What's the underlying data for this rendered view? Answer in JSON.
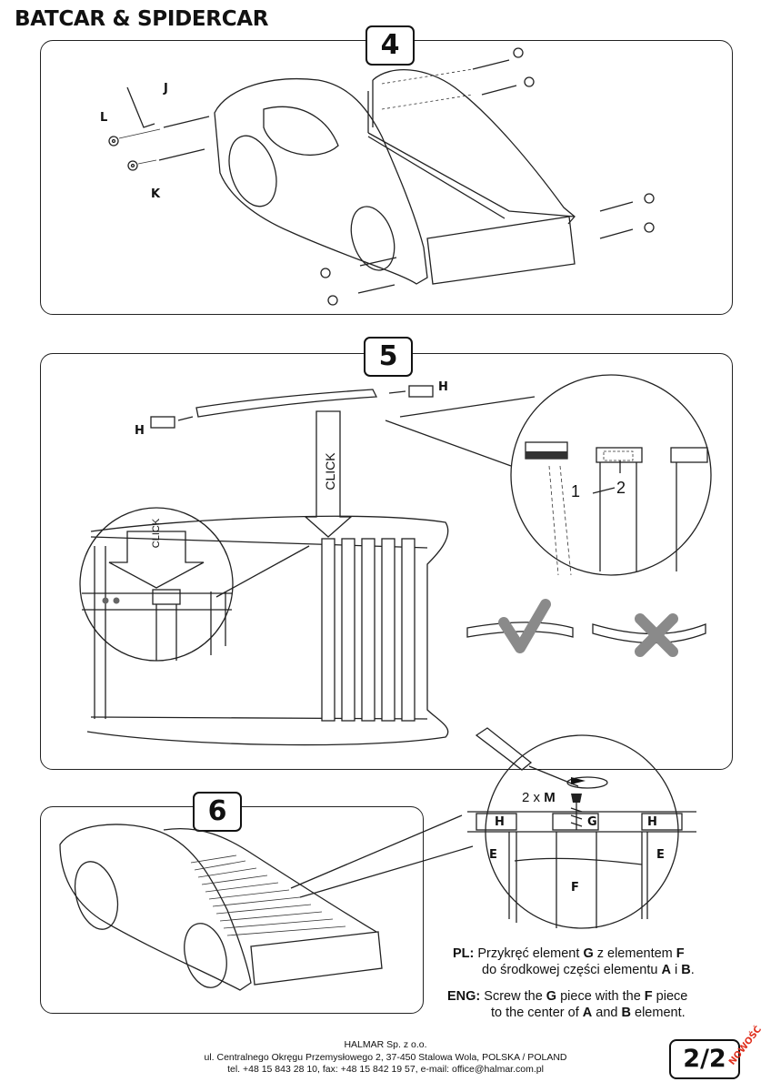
{
  "document": {
    "title": "BATCAR & SPIDERCAR"
  },
  "steps": [
    {
      "number": "4",
      "part_labels": {
        "allen_key": "L",
        "bolt": "J",
        "washer": "K"
      }
    },
    {
      "number": "5",
      "part_labels": {
        "bracket_left": "H",
        "bracket_right": "H",
        "step_a": "1",
        "step_b": "2"
      },
      "click_label_main": "CLICK",
      "click_label_zoom": "CLICK"
    },
    {
      "number": "6",
      "screw_qty": "2 x",
      "screw_part": "M",
      "part_labels": {
        "h_left": "H",
        "g_center": "G",
        "h_right": "H",
        "e_left": "E",
        "f_center": "F",
        "e_right": "E"
      }
    }
  ],
  "instructions": {
    "pl": {
      "code": "PL:",
      "line1_a": "Przykręć element ",
      "g": "G",
      "line1_b": " z elementem ",
      "f": "F",
      "line2_a": "do środkowej części elementu ",
      "a": "A",
      "line2_b": " i ",
      "b": "B",
      "line2_c": "."
    },
    "eng": {
      "code": "ENG:",
      "line1_a": "Screw the ",
      "g": "G",
      "line1_b": " piece with the ",
      "f": "F",
      "line1_c": " piece",
      "line2_a": "to the center of ",
      "a": "A",
      "line2_b": " and ",
      "b": "B",
      "line2_c": " element."
    }
  },
  "footer": {
    "company": "HALMAR Sp. z o.o.",
    "address": "ul. Centralnego Okręgu Przemysłowego 2, 37-450 Stalowa Wola, POLSKA / POLAND",
    "contact": "tel. +48 15 843 28 10, fax: +48 15 842 19 57, e-mail: office@halmar.com.pl"
  },
  "page": {
    "number": "2/2",
    "stamp": "NOWOŚĆ"
  },
  "colors": {
    "line": "#222222",
    "stamp": "#e0301e",
    "check": "#8a8a8a"
  }
}
